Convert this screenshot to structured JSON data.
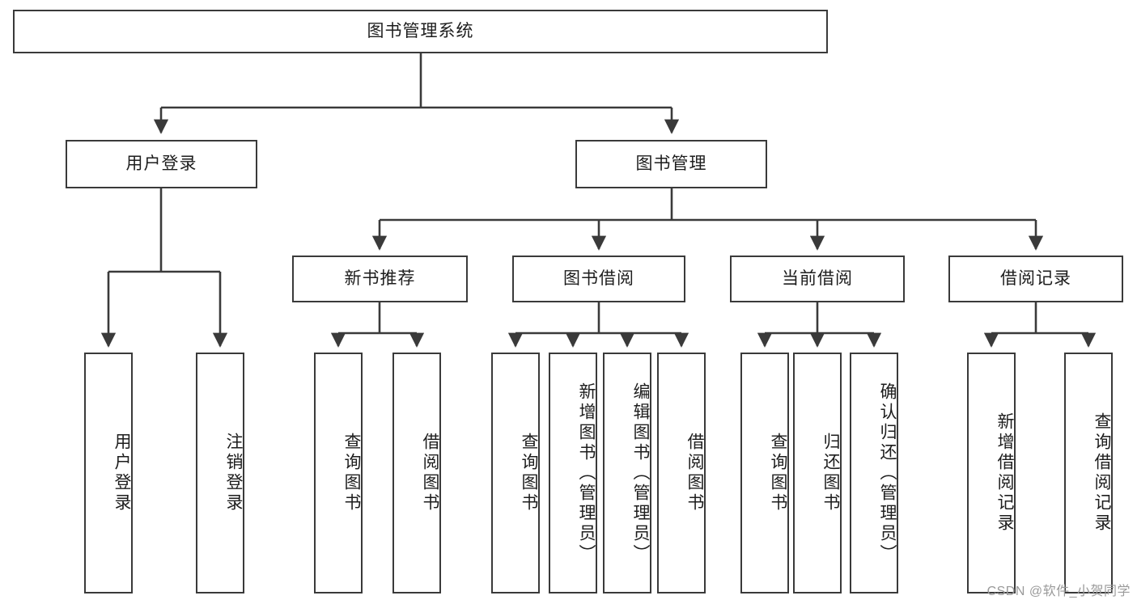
{
  "diagram": {
    "type": "tree-hierarchy",
    "title": "图书管理系统",
    "root": {
      "id": "root",
      "label": "图书管理系统"
    },
    "level2": [
      {
        "id": "user-login",
        "label": "用户登录"
      },
      {
        "id": "book-manage",
        "label": "图书管理"
      }
    ],
    "level3": [
      {
        "id": "new-book-recommend",
        "label": "新书推荐",
        "parent": "book-manage"
      },
      {
        "id": "book-borrow",
        "label": "图书借阅",
        "parent": "book-manage"
      },
      {
        "id": "current-borrow",
        "label": "当前借阅",
        "parent": "book-manage"
      },
      {
        "id": "borrow-record",
        "label": "借阅记录",
        "parent": "book-manage"
      }
    ],
    "leaves": [
      {
        "id": "leaf-user-login",
        "label": "用户登录",
        "parent": "user-login"
      },
      {
        "id": "leaf-user-logout",
        "label": "注销登录",
        "parent": "user-login"
      },
      {
        "id": "leaf-query-book-1",
        "label": "查询图书",
        "parent": "new-book-recommend"
      },
      {
        "id": "leaf-borrow-book-1",
        "label": "借阅图书",
        "parent": "new-book-recommend"
      },
      {
        "id": "leaf-query-book-2",
        "label": "查询图书",
        "parent": "book-borrow"
      },
      {
        "id": "leaf-add-book",
        "label": "新增图书（管理员）",
        "parent": "book-borrow"
      },
      {
        "id": "leaf-edit-book",
        "label": "编辑图书（管理员）",
        "parent": "book-borrow"
      },
      {
        "id": "leaf-borrow-book-2",
        "label": "借阅图书",
        "parent": "book-borrow"
      },
      {
        "id": "leaf-query-book-3",
        "label": "查询图书",
        "parent": "current-borrow"
      },
      {
        "id": "leaf-return-book",
        "label": "归还图书",
        "parent": "current-borrow"
      },
      {
        "id": "leaf-confirm-return",
        "label": "确认归还（管理员）",
        "parent": "current-borrow"
      },
      {
        "id": "leaf-add-record",
        "label": "新增借阅记录",
        "parent": "borrow-record"
      },
      {
        "id": "leaf-query-record",
        "label": "查询借阅记录",
        "parent": "borrow-record"
      }
    ],
    "watermark": "CSDN @软件_小贺同学",
    "colors": {
      "box_border": "#3a3a3a",
      "box_fill": "#ffffff",
      "edge": "#3a3a3a",
      "text": "#1d1d1d",
      "watermark": "#9a9a9a",
      "background": "#ffffff"
    }
  }
}
